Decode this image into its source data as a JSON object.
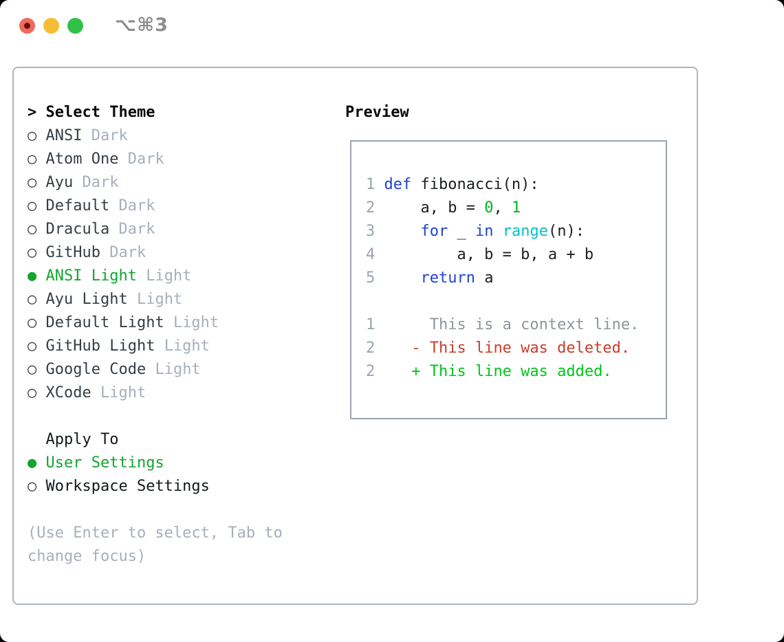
{
  "window": {
    "shortcut_label": "⌥⌘3",
    "traffic_lights": [
      {
        "name": "close",
        "color": "#ee6a5e"
      },
      {
        "name": "minimize",
        "color": "#f6bd34"
      },
      {
        "name": "zoom",
        "color": "#32c147"
      }
    ]
  },
  "theme_selector": {
    "header_prompt": ">",
    "header_label": "Select Theme",
    "markers": {
      "selected": "●",
      "unselected": "○"
    },
    "items": [
      {
        "label": "ANSI",
        "tag": "Dark",
        "selected": false
      },
      {
        "label": "Atom One",
        "tag": "Dark",
        "selected": false
      },
      {
        "label": "Ayu",
        "tag": "Dark",
        "selected": false
      },
      {
        "label": "Default",
        "tag": "Dark",
        "selected": false
      },
      {
        "label": "Dracula",
        "tag": "Dark",
        "selected": false
      },
      {
        "label": "GitHub",
        "tag": "Dark",
        "selected": false
      },
      {
        "label": "ANSI Light",
        "tag": "Light",
        "selected": true
      },
      {
        "label": "Ayu Light",
        "tag": "Light",
        "selected": false
      },
      {
        "label": "Default Light",
        "tag": "Light",
        "selected": false
      },
      {
        "label": "GitHub Light",
        "tag": "Light",
        "selected": false
      },
      {
        "label": "Google Code",
        "tag": "Light",
        "selected": false
      },
      {
        "label": "XCode",
        "tag": "Light",
        "selected": false
      }
    ]
  },
  "apply_to": {
    "header_label": "Apply To",
    "items": [
      {
        "label": "User Settings",
        "selected": true
      },
      {
        "label": "Workspace Settings",
        "selected": false
      }
    ]
  },
  "hint": {
    "line1": "(Use Enter to select, Tab to",
    "line2": "change focus)"
  },
  "preview": {
    "header_label": "Preview",
    "code_lines": [
      {
        "no": "1",
        "segments": [
          {
            "t": "def",
            "c": "keyword"
          },
          {
            "t": " fibonacci(n):",
            "c": "plain"
          }
        ]
      },
      {
        "no": "2",
        "segments": [
          {
            "t": "    a, b = ",
            "c": "plain"
          },
          {
            "t": "0",
            "c": "number"
          },
          {
            "t": ", ",
            "c": "plain"
          },
          {
            "t": "1",
            "c": "number"
          }
        ]
      },
      {
        "no": "3",
        "segments": [
          {
            "t": "    ",
            "c": "plain"
          },
          {
            "t": "for",
            "c": "keyword"
          },
          {
            "t": " _ ",
            "c": "plain"
          },
          {
            "t": "in",
            "c": "keyword"
          },
          {
            "t": " ",
            "c": "plain"
          },
          {
            "t": "range",
            "c": "builtin"
          },
          {
            "t": "(n):",
            "c": "plain"
          }
        ]
      },
      {
        "no": "4",
        "segments": [
          {
            "t": "        a, b = b, a + b",
            "c": "plain"
          }
        ]
      },
      {
        "no": "5",
        "segments": [
          {
            "t": "    ",
            "c": "plain"
          },
          {
            "t": "return",
            "c": "keyword"
          },
          {
            "t": " a",
            "c": "plain"
          }
        ]
      },
      {
        "no": "",
        "segments": []
      },
      {
        "no": "1",
        "segments": [
          {
            "t": "     This is a context line.",
            "c": "context"
          }
        ]
      },
      {
        "no": "2",
        "segments": [
          {
            "t": "   ",
            "c": "plain"
          },
          {
            "t": "- This line was deleted.",
            "c": "deleted"
          }
        ]
      },
      {
        "no": "2",
        "segments": [
          {
            "t": "   ",
            "c": "plain"
          },
          {
            "t": "+ This line was added.",
            "c": "added"
          }
        ]
      }
    ]
  },
  "colors": {
    "selected_green": "#13a52e",
    "tag_gray": "#a7afbb",
    "text_dark": "#363d46",
    "panel_border": "#adb4bd",
    "preview_border": "#9aa2ab",
    "lineno_gray": "#9aa3af",
    "keyword_blue": "#1f41d6",
    "builtin_cyan": "#00c2c4",
    "number_green": "#00b31f",
    "context_gray": "#8d959d",
    "deleted_red": "#c93c2b",
    "added_green": "#00c41a",
    "shortcut_gray": "#8d8d90"
  }
}
